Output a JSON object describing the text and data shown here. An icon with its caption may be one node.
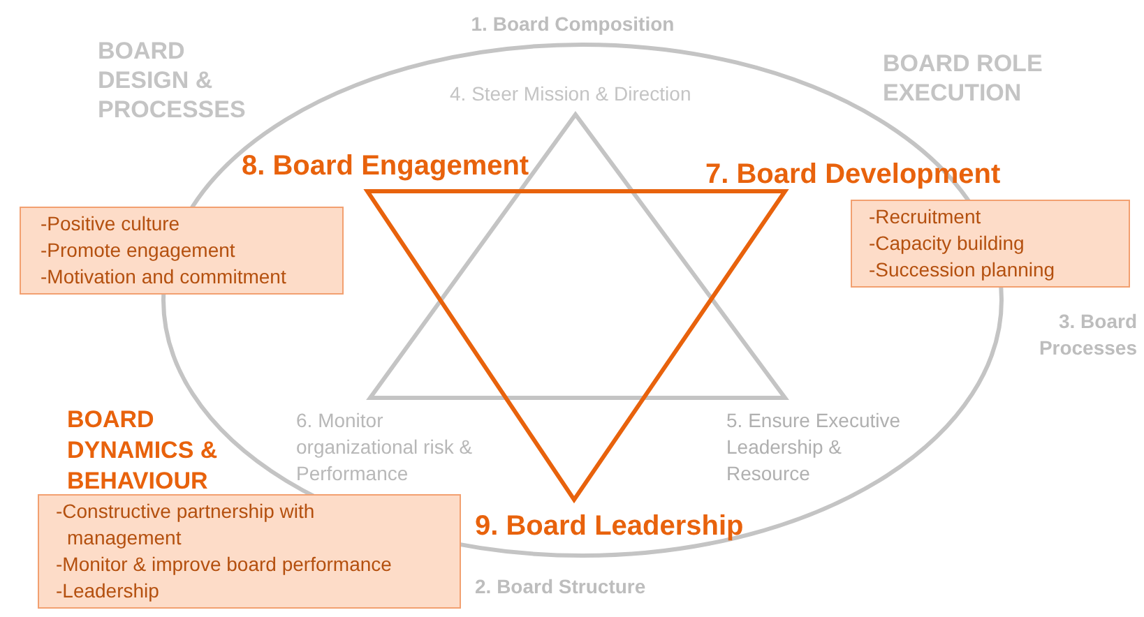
{
  "diagram": {
    "nodes": [
      {
        "text": [
          "-Positive culture",
          "-Promote engagement",
          "-Motivation and commitment"
        ]
      },
      {
        "text": [
          "-Recruitment",
          "-Capacity building",
          "-Succession planning"
        ]
      },
      {
        "text": [
          "-Constructive partnership with management",
          "-Monitor & improve board performance",
          "-Leadership"
        ]
      }
    ],
    "labels": [
      "1. Board Composition",
      "BOARD DESIGN & PROCESSES",
      "BOARD ROLE EXECUTION",
      "4. Steer Mission & Direction",
      "8. Board Engagement",
      "7. Board Development",
      "3. Board Processes",
      "BOARD DYNAMICS & BEHAVIOUR",
      "6. Monitor organizational risk & Performance",
      "5. Ensure Executive Leadership & Resource",
      "9. Board Leadership",
      "2. Board Structure"
    ]
  }
}
